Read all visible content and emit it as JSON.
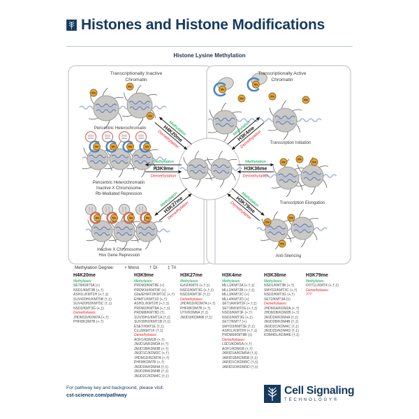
{
  "header": {
    "title": "Histones and Histone Modifications"
  },
  "subtitle": "Histone Lysine Methylation",
  "diagram": {
    "me_label": "Me",
    "meth_label": "Methylation",
    "demeth_label": "Demethylation",
    "inactive": {
      "title1": "Transcriptionally Inactive",
      "title2": "Chromatin",
      "pericentric": "Pericentric Heterochromatin",
      "mid1": "Pericentric Heterochromatin",
      "mid2": "Inactive X Chromosome",
      "mid3": "Rb-Mediated Repression",
      "bot1": "Inactive X Chromosome",
      "bot2": "Hox Gene Repression"
    },
    "active": {
      "title1": "Transcriptionally Active",
      "title2": "Chromatin",
      "initiation": "Transcription Initiation",
      "elongation": "Transcription Elongation",
      "antisilencing": "Anti-Silencing"
    },
    "marks": {
      "tl": "H4K20me",
      "left": "H3K9me",
      "bl": "H3K27me",
      "tr": "H3K4me",
      "right": "H3K36me",
      "br": "H3K79me"
    }
  },
  "legend": {
    "title": "Methylation Degree:",
    "mono": "+ Mono",
    "di": "† Di",
    "tri": "‡ Tri"
  },
  "table": {
    "methylases_label": "Methylases:",
    "demethylases_label": "Demethylases:",
    "columns": [
      {
        "name": "H4K20me",
        "methylases": [
          "SET8/KMT5A (+)",
          "NSD1/KMT3B (+,†)",
          "ASH1L/KMT2H (+,†,‡)",
          "SUV420H1/KMT5B (†,‡)",
          "SUV420H2/KMT5C (†,‡)",
          "NSD2/KMT3G (+,‡)"
        ],
        "demethylases": [
          "JHDM1D/KDM7A (+,†)",
          "PHF8/KDM7B (+,†)"
        ]
      },
      {
        "name": "H3K9me",
        "methylases": [
          "PRDM3/KMT8E (+)",
          "PRDM16/KMT8F (+)",
          "G9a/EHMT2/KMT1C (+,†)",
          "EHMT1/KMT1D (+,†)",
          "ASH1L/KMT2H (+,†,‡)",
          "PRDM2/KMT8A (+,†,‡)",
          "PRDM8/KMT8D (†)",
          "SUV39H1/KMT1A (†,‡)",
          "SUV39H2/KMT1B (†,‡)",
          "ESET/KMT1E (†,‡)",
          "CLL8/KMT1F (†,‡)"
        ],
        "demethylases": [
          "AOF1/KDM1B (+,†)",
          "JMJD1A/KDM3A (+,†)",
          "JMJD1B/KDM3B (+,†)",
          "JMJD1C/KDM3C (+,†)",
          "JHDM1D/KDM7A (+,†)",
          "PHF8/KDM7B (+,†)",
          "JMJD2A/KDM4A (†,‡)",
          "JMJD2B/KDM4B (†,‡)",
          "JMJD2C/KDM4C (†,‡)"
        ]
      },
      {
        "name": "H3K27me",
        "methylases": [
          "Ezh2/KMT6 (+,†,‡)",
          "NSD2/KMT3G (+,†,‡)",
          "NSD3/KMT3F (†,‡)"
        ],
        "demethylases": [
          "JHDM1D/KDM7A (+,†)",
          "PHF8/KDM7B (+,†)",
          "UTX/KDM6A (†,‡)",
          "JMJD3/KDM6B (†,‡)"
        ]
      },
      {
        "name": "H3K4me",
        "methylases": [
          "MLL1/KMT2A (+,†,‡)",
          "MLL2/KMT2B (+,†,‡)",
          "MLL3/KMT2C (+)",
          "MLL4/KMT2D (+)",
          "SET1A/KMT2F (+,†,‡)",
          "SET1B/KMT2G (+,†,‡)",
          "NSD3/KMT3F (+,†)",
          "NSD2/KMT3G (+,‡)",
          "SET7/KMT7 (+)",
          "SMYD3/KMT3E (†,‡)",
          "ASH1L/KMT2H (+,†,‡)",
          "PRDM9/KMT8B (‡)"
        ],
        "demethylases": [
          "LSD1/KDM1A (+,†)",
          "AOF1/KDM1B (+,†)",
          "JARID1A/KDM5A (†,‡)",
          "JARID1B/KDM5B (†,‡)",
          "JARID1C/KDM5C (†,‡)",
          "JARID1D/KDM5D (†,‡)"
        ]
      },
      {
        "name": "H3K36me",
        "methylases": [
          "NSD1/KMT3B (+,†)",
          "SMYD2/KMT3C (+,†)",
          "NSD2/KMT3G (+,†)",
          "SET2/KMT3A (‡)"
        ],
        "demethylases": [
          "JHDM1A/KDM2A (+,†)",
          "JHDM1B/KDM2B (+,†)",
          "JMJD2A/KDM4A (†,‡)",
          "JMJD2B/KDM4B (†,‡)",
          "JMJD2C/KDM4C (†,‡)",
          "JMJD2D/KDM4D (†,‡)",
          "KDM4DL/KDM4E (†,‡)"
        ]
      },
      {
        "name": "H3K79me",
        "methylases": [
          "DOT1L/KMT4 (+,†,‡)"
        ],
        "demethylases": [
          "???"
        ]
      }
    ]
  },
  "footer": {
    "note1": "For pathway key and background, please visit:",
    "note2": "cst-science.com/pathway",
    "brand1": "Cell Signaling",
    "brand2": "TECHNOLOGY®"
  },
  "colors": {
    "navy": "#163a5e",
    "green": "#00a550",
    "red": "#e8232a",
    "me_badge": "#eaa73d",
    "nucleosome": "#cac9c5"
  }
}
